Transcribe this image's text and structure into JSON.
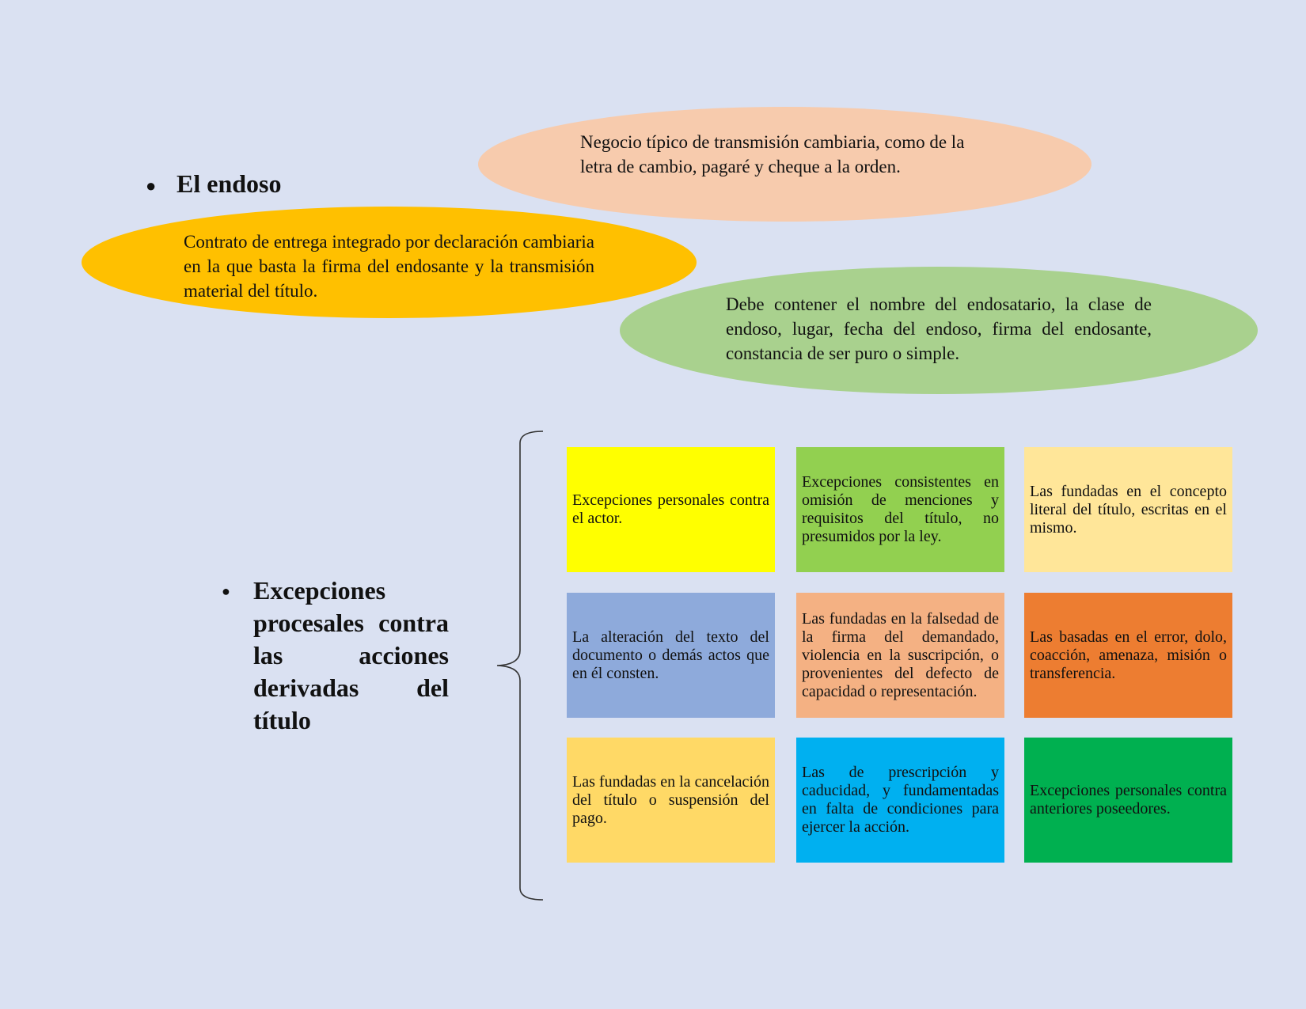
{
  "section1": {
    "heading": "El endoso",
    "ellipses": [
      {
        "text": "Negocio típico de transmisión cambiaria, como de la letra de cambio, pagaré y cheque a la orden.",
        "color": "#f7cbad"
      },
      {
        "text": "Contrato de entrega integrado por declaración cambiaria en la que basta la firma del endosante y la transmisión material del título.",
        "color": "#ffc000"
      },
      {
        "text": "Debe contener el nombre del endosatario, la clase de endoso, lugar, fecha del endoso, firma del endosante, constancia de ser puro o simple.",
        "color": "#a9d18e"
      }
    ]
  },
  "section2": {
    "heading": "Excepciones procesales contra las acciones derivadas del título",
    "boxes": [
      {
        "text": "Excepciones personales contra el actor.",
        "color": "#ffff00"
      },
      {
        "text": "Excepciones consistentes en omisión de menciones y requisitos del título, no presumidos por la ley.",
        "color": "#92d050"
      },
      {
        "text": "Las fundadas en el concepto literal del título, escritas en el mismo.",
        "color": "#ffe699"
      },
      {
        "text": "La alteración del texto del documento o demás actos que en él consten.",
        "color": "#8eaadb"
      },
      {
        "text": "Las fundadas en la falsedad de la firma del demandado, violencia en la suscripción, o provenientes del defecto de capacidad o representación.",
        "color": "#f4b183"
      },
      {
        "text": "Las basadas en el error, dolo, coacción, amenaza, misión o transferencia.",
        "color": "#ed7d31"
      },
      {
        "text": "Las fundadas en la cancelación del título o suspensión del pago.",
        "color": "#ffd966"
      },
      {
        "text": "Las de prescripción y caducidad, y fundamentadas en falta de condiciones para ejercer la acción.",
        "color": "#00b0f0"
      },
      {
        "text": "Excepciones personales contra anteriores poseedores.",
        "color": "#00b050"
      }
    ]
  }
}
